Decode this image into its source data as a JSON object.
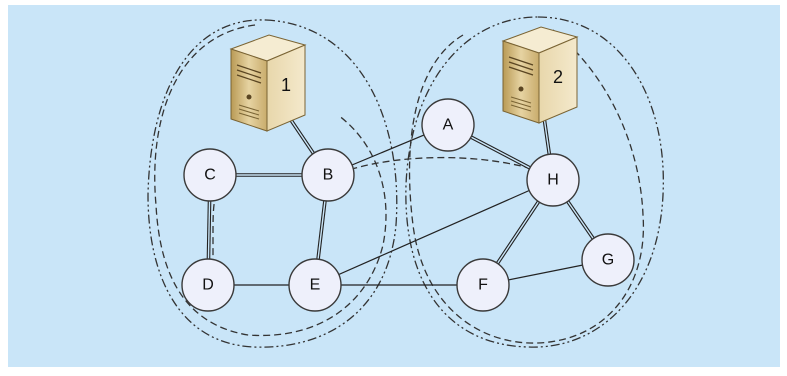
{
  "diagram": {
    "servers": [
      {
        "id": "server-1",
        "label": "1",
        "icon": "server-icon"
      },
      {
        "id": "server-2",
        "label": "2",
        "icon": "server-icon"
      }
    ],
    "nodes": [
      {
        "id": "A",
        "label": "A"
      },
      {
        "id": "B",
        "label": "B"
      },
      {
        "id": "C",
        "label": "C"
      },
      {
        "id": "D",
        "label": "D"
      },
      {
        "id": "E",
        "label": "E"
      },
      {
        "id": "F",
        "label": "F"
      },
      {
        "id": "G",
        "label": "G"
      },
      {
        "id": "H",
        "label": "H"
      }
    ],
    "links": [
      {
        "from": "B",
        "to": "A",
        "style": "single"
      },
      {
        "from": "D",
        "to": "E",
        "style": "single"
      },
      {
        "from": "E",
        "to": "H",
        "style": "single"
      },
      {
        "from": "E",
        "to": "F",
        "style": "single"
      },
      {
        "from": "F",
        "to": "G",
        "style": "single"
      },
      {
        "from": "server-1",
        "to": "B",
        "style": "double"
      },
      {
        "from": "C",
        "to": "B",
        "style": "double"
      },
      {
        "from": "C",
        "to": "D",
        "style": "double"
      },
      {
        "from": "B",
        "to": "E",
        "style": "double"
      },
      {
        "from": "A",
        "to": "H",
        "style": "double"
      },
      {
        "from": "server-2",
        "to": "H",
        "style": "double"
      },
      {
        "from": "H",
        "to": "F",
        "style": "double"
      },
      {
        "from": "H",
        "to": "G",
        "style": "double"
      }
    ],
    "domains": [
      {
        "id": "domain-1",
        "border": "dash-dot"
      },
      {
        "id": "domain-2",
        "border": "dash-dot"
      }
    ],
    "colors": {
      "background": "#c9e5f8",
      "node_fill": "#eef0fb",
      "server_body": "#d6c08a"
    }
  }
}
